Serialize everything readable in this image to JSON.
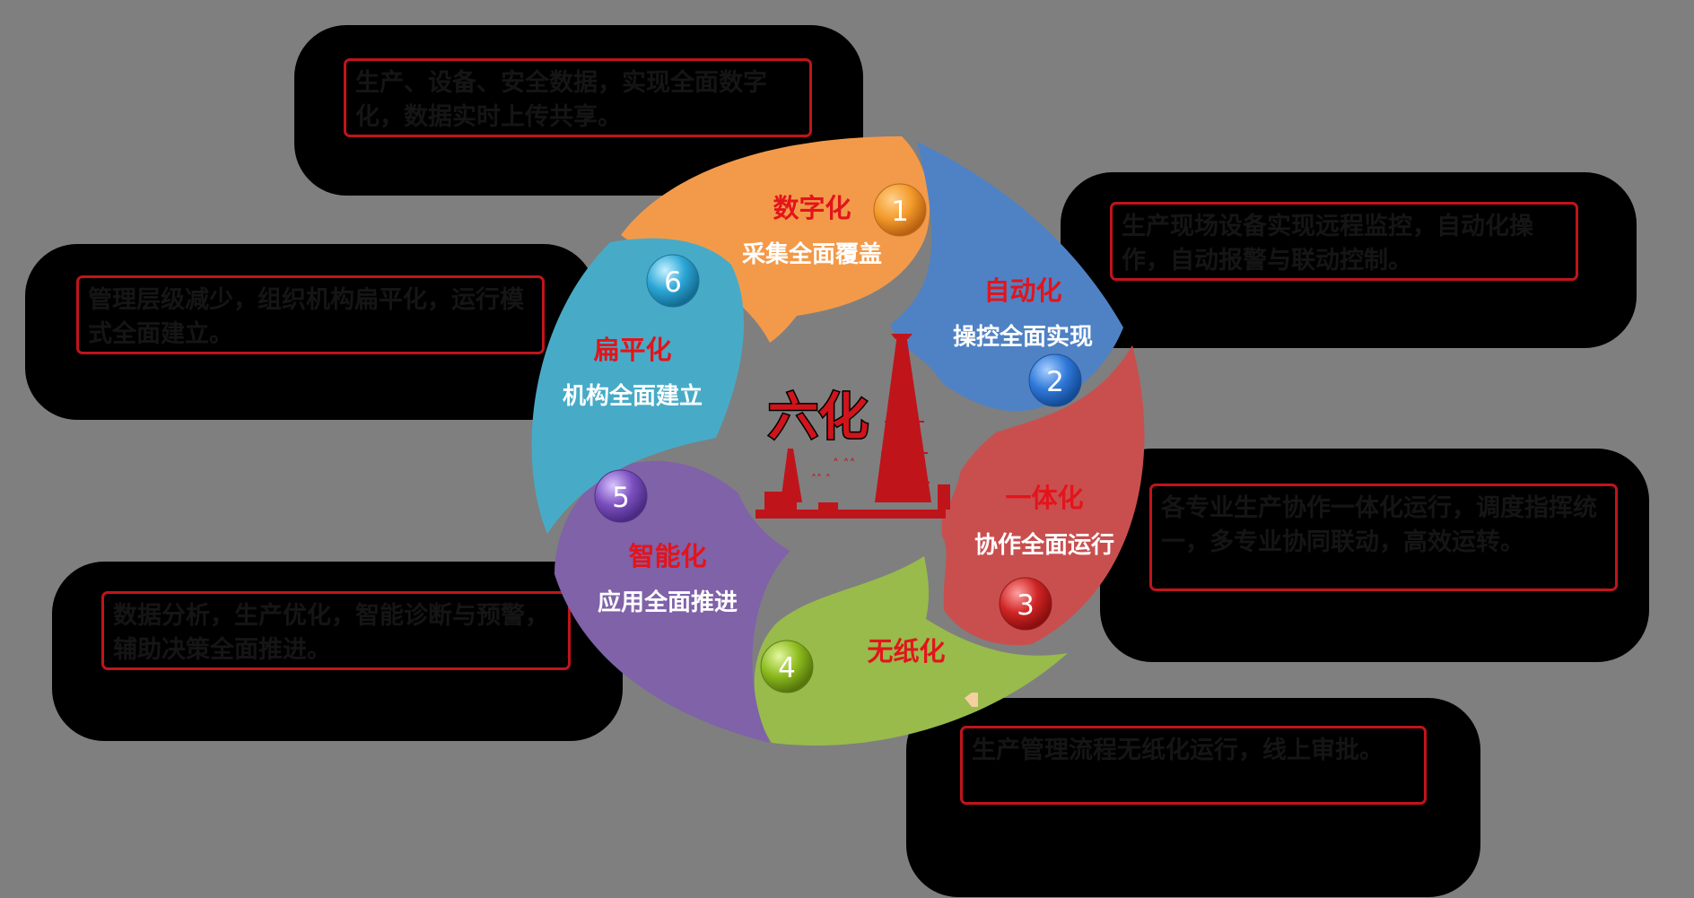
{
  "center": {
    "title": "六化"
  },
  "segments": [
    {
      "number": "1",
      "title": "数字化",
      "subtitle": "采集全面覆盖",
      "color": "#f39a4a"
    },
    {
      "number": "2",
      "title": "自动化",
      "subtitle": "操控全面实现",
      "color": "#4f82c4"
    },
    {
      "number": "3",
      "title": "一体化",
      "subtitle": "协作全面运行",
      "color": "#c94f4f"
    },
    {
      "number": "4",
      "title": "无纸化",
      "subtitle": "",
      "color": "#98bb4c"
    },
    {
      "number": "5",
      "title": "智能化",
      "subtitle": "应用全面推进",
      "color": "#7f62a8"
    },
    {
      "number": "6",
      "title": "扁平化",
      "subtitle": "机构全面建立",
      "color": "#47abc7"
    }
  ],
  "callouts": [
    {
      "text": "生产、设备、安全数据，实现全面数字化，数据实时上传共享。"
    },
    {
      "text": "生产现场设备实现远程监控，自动化操作，自动报警与联动控制。"
    },
    {
      "text": "各专业生产协作一体化运行，调度指挥统一，多专业协同联动，高效运转。"
    },
    {
      "text": "生产管理流程无纸化运行，线上审批。"
    },
    {
      "text": "数据分析，生产优化，智能诊断与预警，辅助决策全面推进。"
    },
    {
      "text": "管理层级减少，组织机构扁平化，运行模式全面建立。"
    }
  ]
}
